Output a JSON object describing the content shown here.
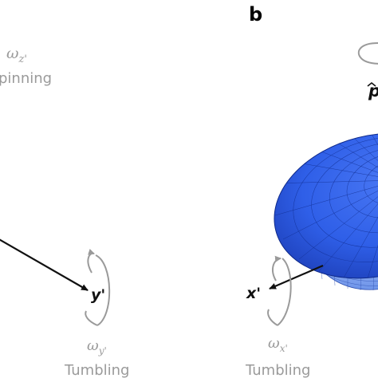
{
  "panel_label": "b",
  "left_panel": {
    "spin_omega_symbol": "ω",
    "spin_omega_subscript": "z'",
    "spin_label": "pinning",
    "axis_label": "y'",
    "tumble_omega_symbol": "ω",
    "tumble_omega_subscript": "y'",
    "tumble_label": "Tumbling"
  },
  "right_panel": {
    "vector_label": "p",
    "axis_label": "x'",
    "tumble_omega_symbol": "ω",
    "tumble_omega_subscript": "x'",
    "tumble_label": "Tumbling"
  },
  "colors": {
    "rotation_arrow": "#9a9a9a",
    "axis_arrow": "#111111",
    "ellipsoid_top": "#2f5fe8",
    "ellipsoid_dark": "#1d3fb8",
    "ellipsoid_under": "#7fa3ef"
  }
}
